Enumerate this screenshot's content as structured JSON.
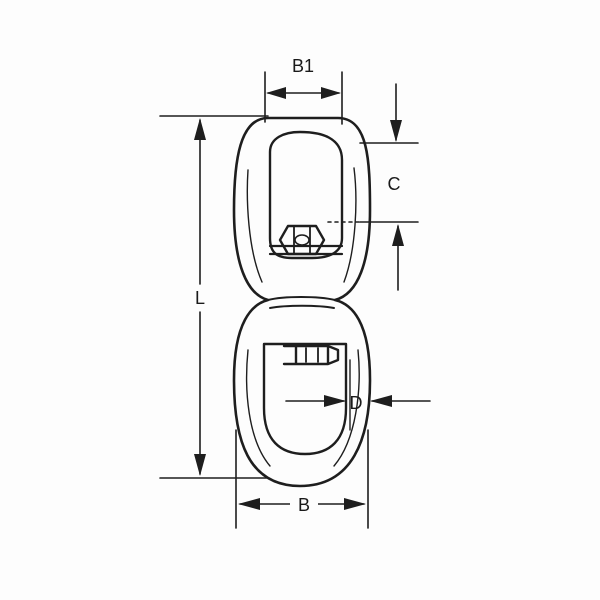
{
  "diagram": {
    "labels": {
      "b1": "B1",
      "c": "C",
      "l": "L",
      "d": "D",
      "b": "B"
    }
  }
}
